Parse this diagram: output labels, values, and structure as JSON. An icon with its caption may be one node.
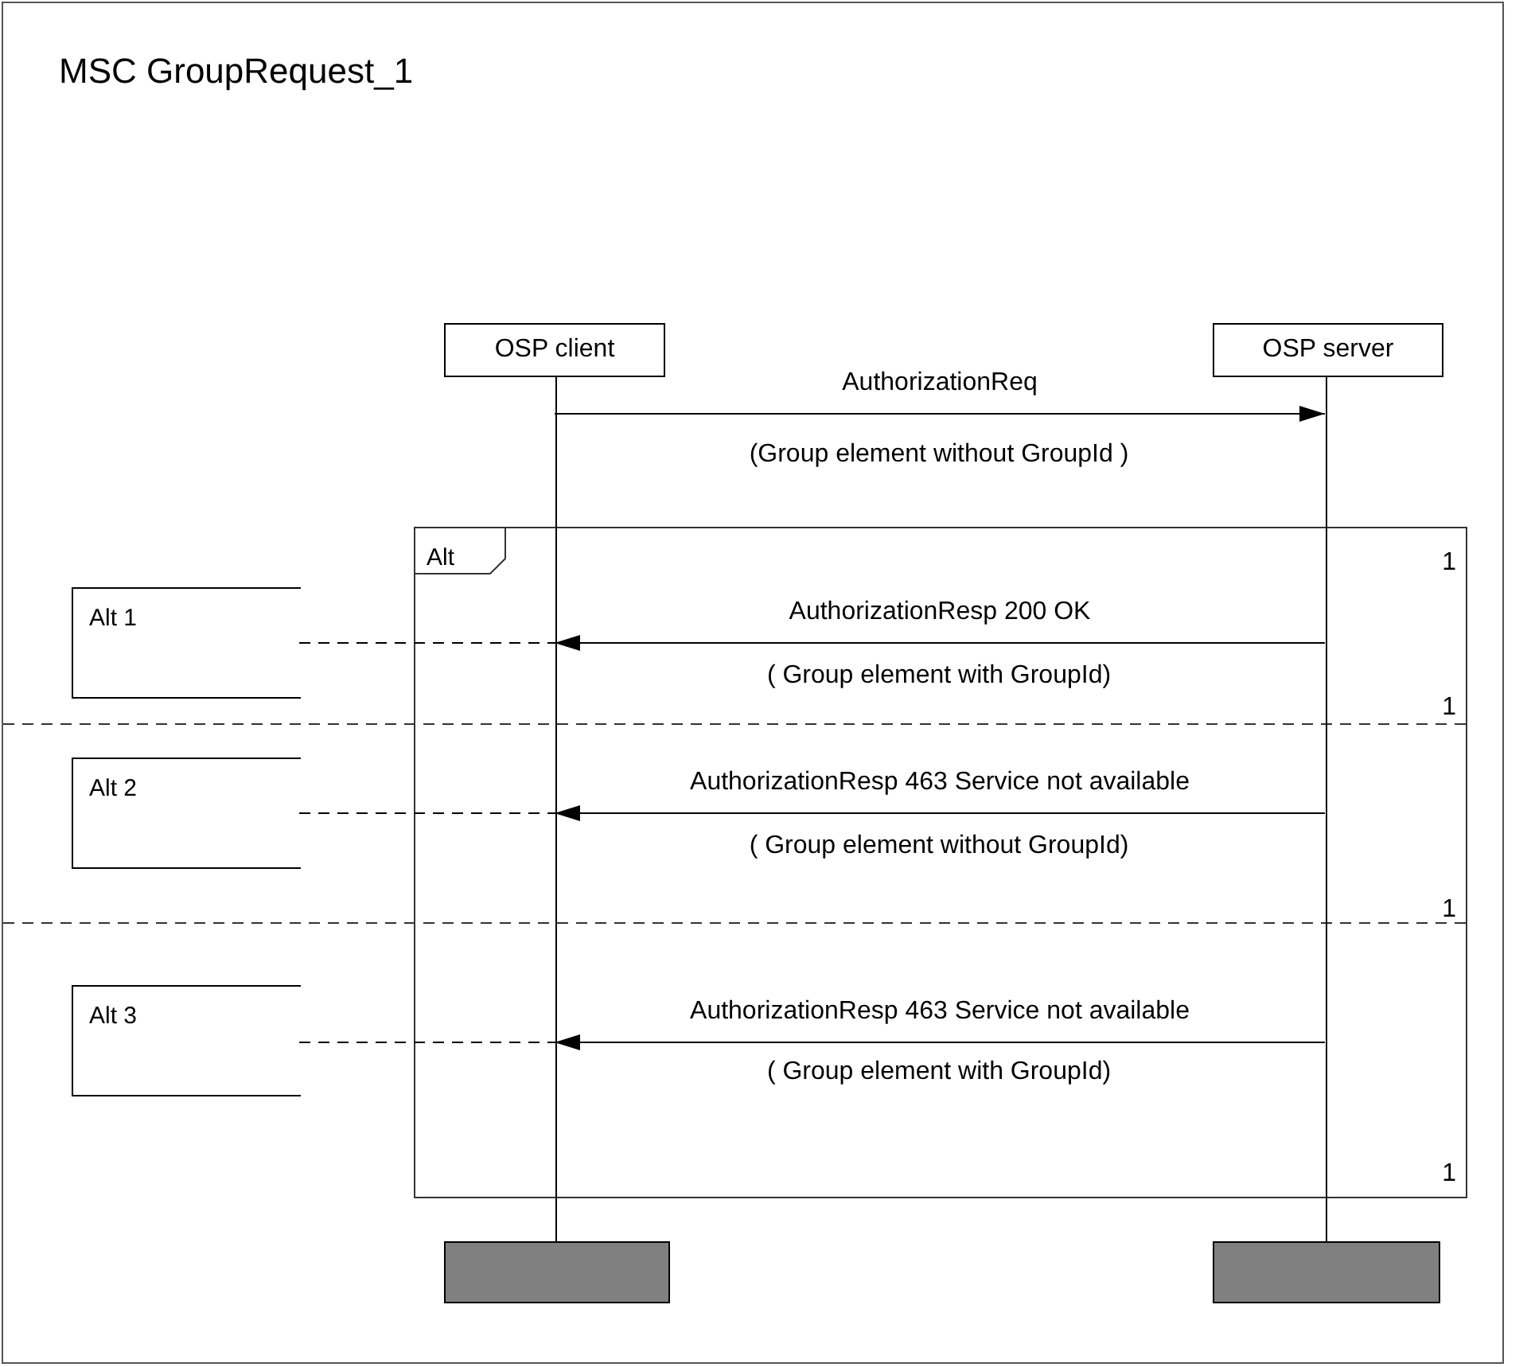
{
  "diagram": {
    "nodes": [
      {
        "text": [
          "MSC GroupRequest_1"
        ]
      },
      {
        "text": [
          "OSP client"
        ],
        "in": 0
      },
      {
        "text": [
          "OSP server"
        ],
        "in": 0
      },
      {
        "text": [
          "Alt 1"
        ],
        "in": 0
      },
      {
        "text": [
          "Alt 2"
        ],
        "in": 0
      },
      {
        "text": [
          "Alt 3"
        ],
        "in": 0
      },
      {
        "text": [],
        "shape": "bar",
        "in": 0
      },
      {
        "text": [],
        "shape": "bar",
        "in": 0
      },
      {
        "text": [],
        "shape": "line",
        "in": 0
      },
      {
        "text": [],
        "shape": "line",
        "in": 0
      }
    ],
    "edges": [
      {
        "from": 8,
        "to": 9,
        "arrow": "to",
        "label": "AuthorizationReq"
      },
      {
        "from": 9,
        "to": 8,
        "arrow": "to",
        "label": "AuthorizationResp 200 OK"
      },
      {
        "from": 9,
        "to": 8,
        "arrow": "to",
        "label": "AuthorizationResp 463 Service not available"
      },
      {
        "from": 9,
        "to": 8,
        "arrow": "to",
        "label": "AuthorizationResp 463 Service not available"
      },
      {
        "from": 3,
        "to": 8,
        "arrow": "none",
        "style": "dashed"
      },
      {
        "from": 4,
        "to": 8,
        "arrow": "none",
        "style": "dashed"
      },
      {
        "from": 5,
        "to": 8,
        "arrow": "none",
        "style": "dashed"
      }
    ],
    "labels": [
      "(Group element without GroupId )",
      "Alt",
      "1",
      "( Group element with GroupId)",
      "1",
      "( Group element without GroupId)",
      "1",
      "( Group element with GroupId)",
      "1"
    ]
  }
}
